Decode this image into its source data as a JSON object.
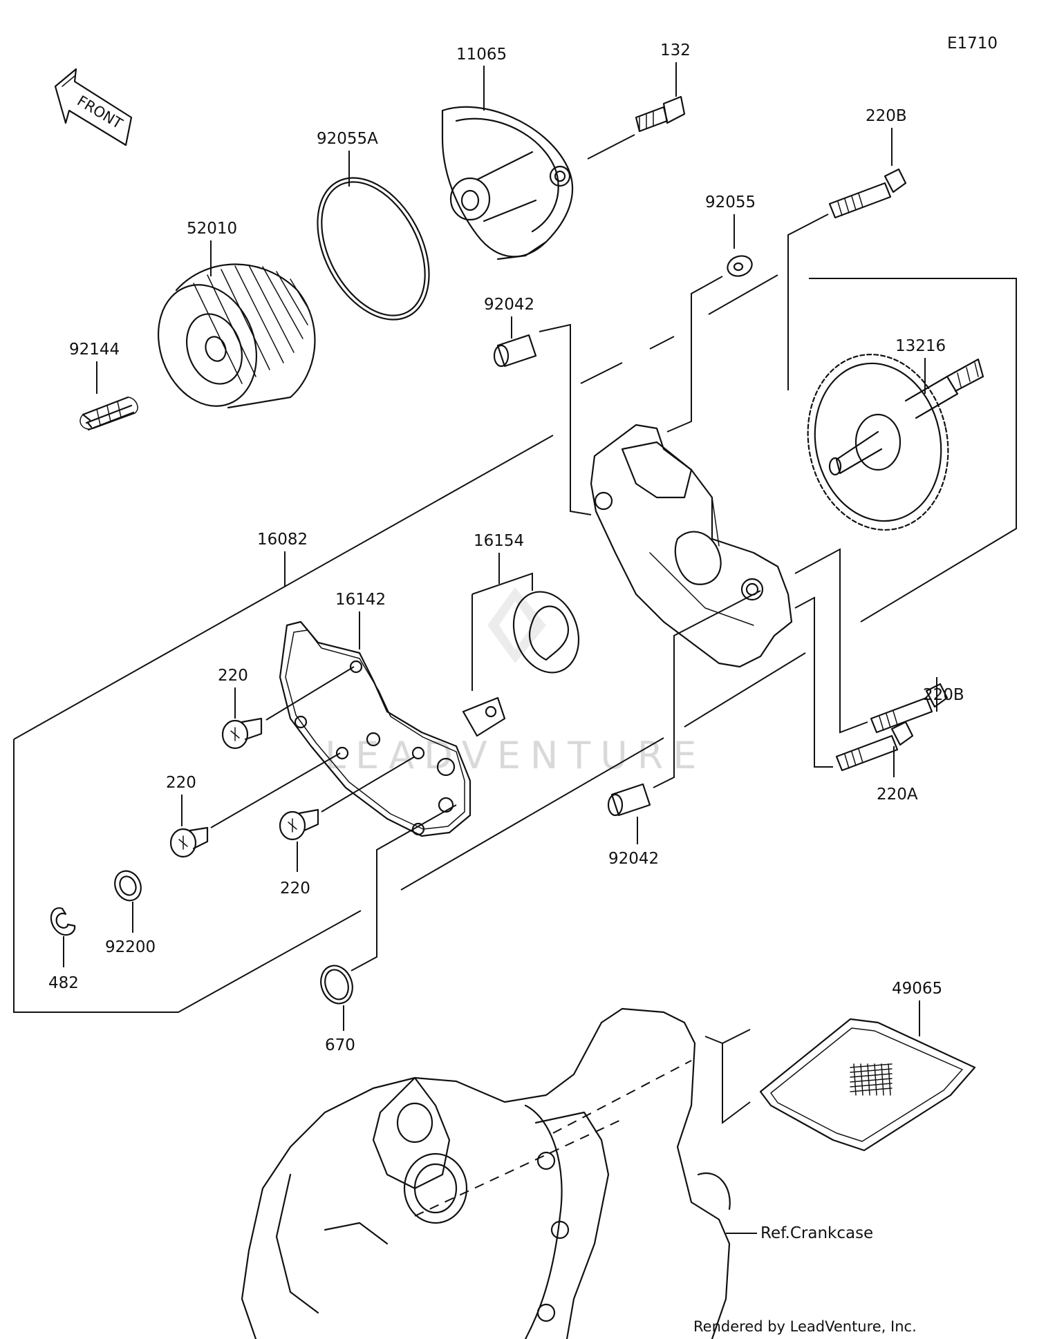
{
  "diagram_code": "E1710",
  "front_arrow_text": "FRONT",
  "parts": [
    {
      "key": "p11065",
      "number": "11065"
    },
    {
      "key": "p132",
      "number": "132"
    },
    {
      "key": "p92055a",
      "number": "92055A"
    },
    {
      "key": "p220b_top",
      "number": "220B"
    },
    {
      "key": "p52010",
      "number": "52010"
    },
    {
      "key": "p92055",
      "number": "92055"
    },
    {
      "key": "p92144",
      "number": "92144"
    },
    {
      "key": "p92042_top",
      "number": "92042"
    },
    {
      "key": "p13216",
      "number": "13216"
    },
    {
      "key": "p16082",
      "number": "16082"
    },
    {
      "key": "p16154",
      "number": "16154"
    },
    {
      "key": "p16142",
      "number": "16142"
    },
    {
      "key": "p220_a",
      "number": "220"
    },
    {
      "key": "p220_b",
      "number": "220"
    },
    {
      "key": "p220_c",
      "number": "220"
    },
    {
      "key": "p220b_mid",
      "number": "220B"
    },
    {
      "key": "p220a",
      "number": "220A"
    },
    {
      "key": "p92042_bot",
      "number": "92042"
    },
    {
      "key": "p92200",
      "number": "92200"
    },
    {
      "key": "p482",
      "number": "482"
    },
    {
      "key": "p670",
      "number": "670"
    },
    {
      "key": "p49065",
      "number": "49065"
    }
  ],
  "ref_label": "Ref.Crankcase",
  "watermark": "LEADVENTURE",
  "footer_credit": "Rendered by LeadVenture, Inc."
}
